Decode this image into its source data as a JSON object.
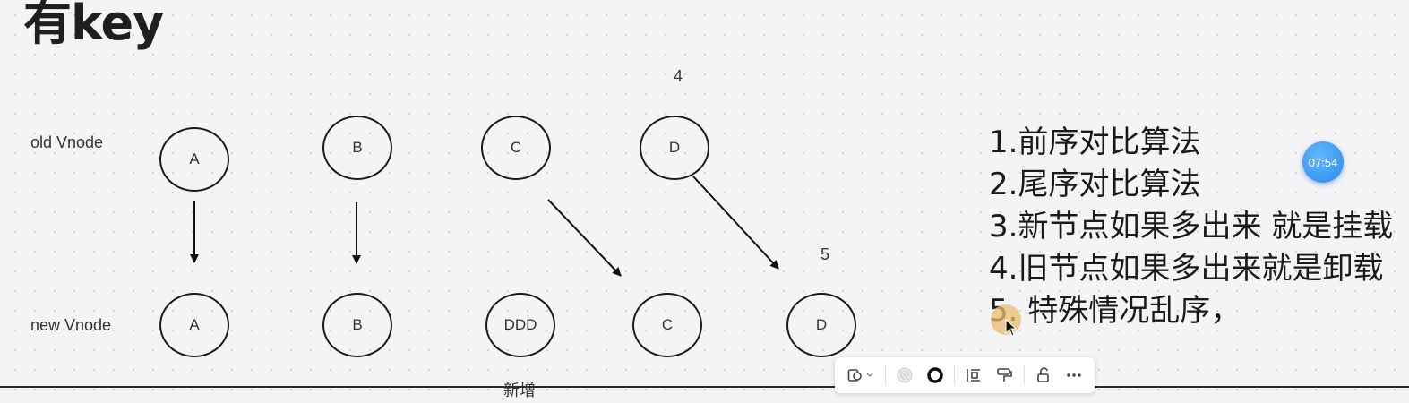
{
  "title": "有key",
  "rows": {
    "old_label": "old Vnode",
    "new_label": "new Vnode"
  },
  "old_nodes": [
    "A",
    "B",
    "C",
    "D"
  ],
  "new_nodes": [
    "A",
    "B",
    "DDD",
    "C",
    "D"
  ],
  "index_labels": {
    "old_d": "4",
    "new_d": "5"
  },
  "new_note": "新增",
  "steps": [
    "1.前序对比算法",
    "2.尾序对比算法",
    "3.新节点如果多出来 就是挂载",
    "4.旧节点如果多出来就是卸载",
    "5. 特殊情况乱序，"
  ],
  "timer": "07:54",
  "toolbar": {
    "icons": [
      "shape-icon",
      "chevron-down-icon",
      "fill-icon",
      "stroke-icon",
      "align-icon",
      "format-painter-icon",
      "lock-icon",
      "more-icon"
    ]
  }
}
